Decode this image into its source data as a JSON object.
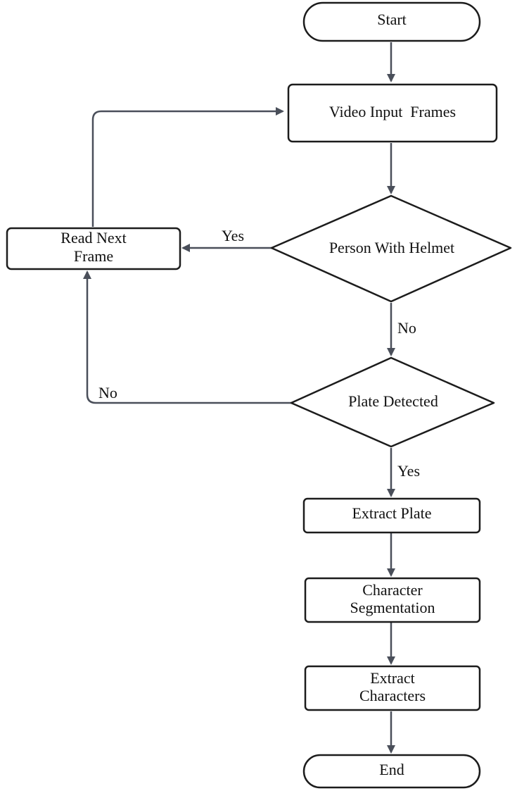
{
  "nodes": {
    "start": {
      "label": "Start",
      "shape": "terminal"
    },
    "video_input": {
      "label": "Video Input  Frames",
      "shape": "process"
    },
    "read_next": {
      "label_lines": [
        "Read Next",
        "Frame"
      ],
      "shape": "process"
    },
    "helmet": {
      "label": "Person With Helmet",
      "shape": "decision"
    },
    "plate_detected": {
      "label": "Plate Detected",
      "shape": "decision"
    },
    "extract_plate": {
      "label": "Extract Plate",
      "shape": "process"
    },
    "segmentation": {
      "label_lines": [
        "Character",
        "Segmentation"
      ],
      "shape": "process"
    },
    "extract_chars": {
      "label_lines": [
        "Extract",
        "Characters"
      ],
      "shape": "process"
    },
    "end": {
      "label": "End",
      "shape": "terminal"
    }
  },
  "edges": {
    "helmet_yes": "Yes",
    "helmet_no": "No",
    "plate_no": "No",
    "plate_yes": "Yes"
  },
  "colors": {
    "stroke": "#1c1c1c",
    "connector": "#4a4f5a",
    "text": "#111111",
    "background": "#ffffff"
  }
}
